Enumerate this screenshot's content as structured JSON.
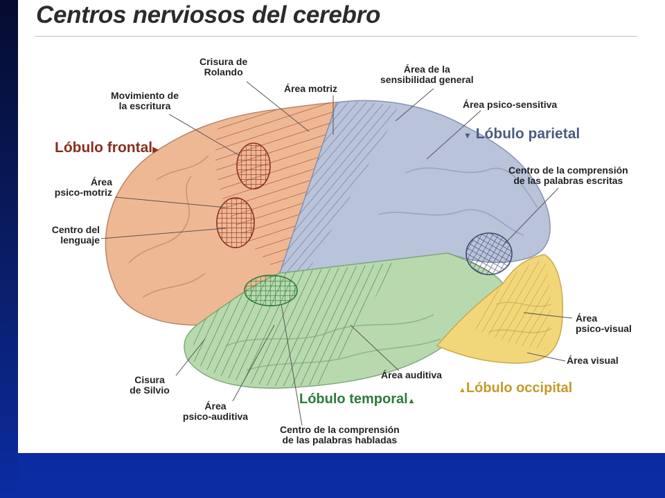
{
  "title": "Centros nerviosos del cerebro",
  "lobes": {
    "frontal": "Lóbulo frontal",
    "parietal": "Lóbulo parietal",
    "temporal": "Lóbulo temporal",
    "occipital": "Lóbulo occipital"
  },
  "labels": {
    "crisura_rolando_1": "Crisura de",
    "crisura_rolando_2": "Rolando",
    "area_motriz": "Área motriz",
    "sensibilidad_1": "Área de la",
    "sensibilidad_2": "sensibilidad general",
    "movimiento_1": "Movimiento de",
    "movimiento_2": "la escritura",
    "psico_sensitiva": "Área psico-sensitiva",
    "comp_escritas_1": "Centro de la comprensión",
    "comp_escritas_2": "de las palabras escritas",
    "psico_motriz_1": "Área",
    "psico_motriz_2": "psico-motriz",
    "lenguaje_1": "Centro del",
    "lenguaje_2": "lenguaje",
    "psico_visual_1": "Área",
    "psico_visual_2": "psico-visual",
    "area_visual": "Área visual",
    "area_auditiva": "Área auditiva",
    "silvio_1": "Cisura",
    "silvio_2": "de Silvio",
    "psico_auditiva_1": "Área",
    "psico_auditiva_2": "psico-auditiva",
    "comp_habladas_1": "Centro de la comprensión",
    "comp_habladas_2": "de las palabras habladas"
  },
  "colors": {
    "frontal": "#8b2e1f",
    "parietal": "#4a5a82",
    "temporal": "#2e7a3a",
    "occipital": "#c49a2a",
    "frontal_fill": "#efb895",
    "parietal_fill": "#b9c3da",
    "temporal_fill": "#b8d9ae",
    "occipital_fill": "#f2d77a"
  },
  "icons": {
    "frontal_marker": "triangle-right-icon",
    "parietal_marker": "triangle-down-icon",
    "temporal_marker": "triangle-up-icon",
    "occipital_marker": "triangle-up-icon"
  }
}
